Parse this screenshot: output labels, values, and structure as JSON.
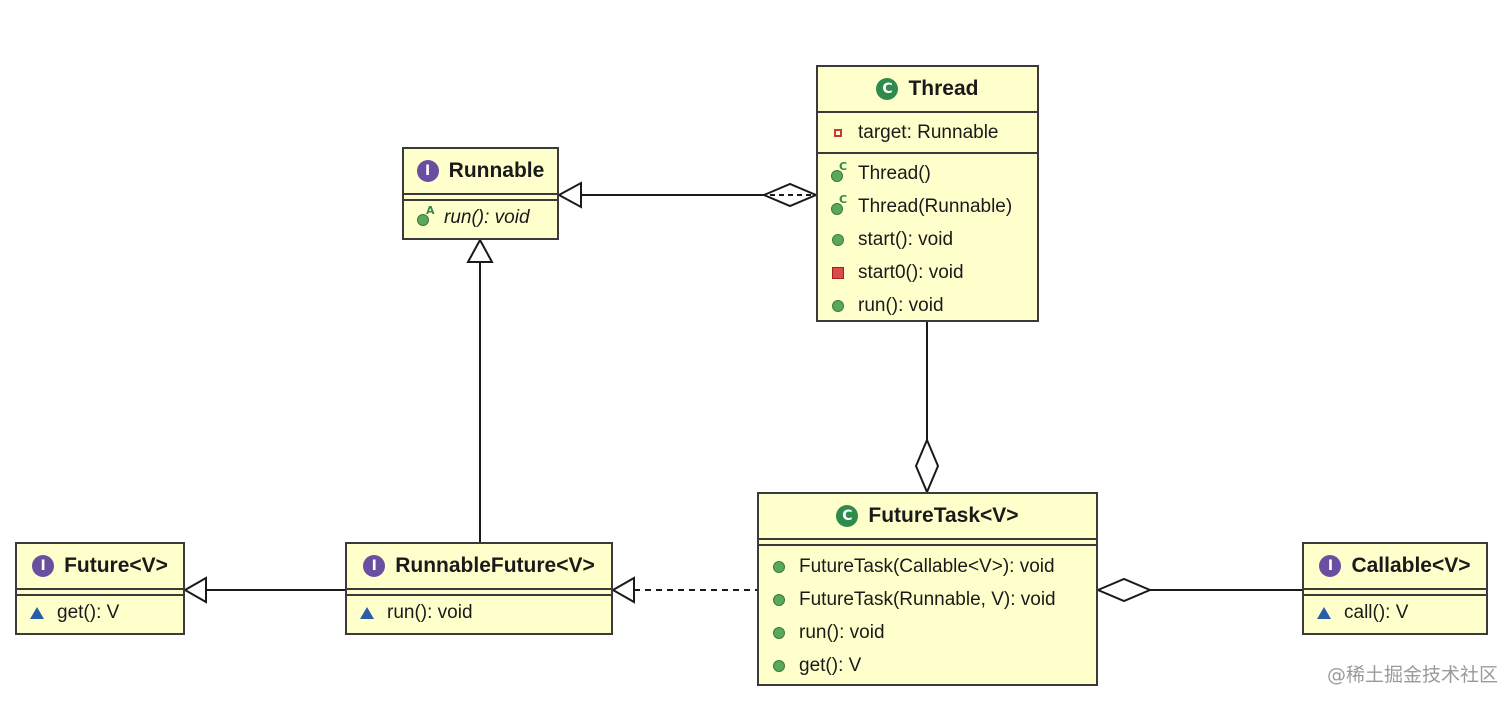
{
  "classes": {
    "thread": {
      "name": "Thread",
      "badge": "C",
      "fields": [
        "target: Runnable"
      ],
      "methods": [
        "Thread()",
        "Thread(Runnable)",
        "start(): void",
        "start0(): void",
        "run(): void"
      ]
    },
    "runnable": {
      "name": "Runnable",
      "badge": "I",
      "methods": [
        "run(): void"
      ]
    },
    "future": {
      "name": "Future<V>",
      "badge": "I",
      "methods": [
        "get(): V"
      ]
    },
    "runnable_future": {
      "name": "RunnableFuture<V>",
      "badge": "I",
      "methods": [
        "run(): void"
      ]
    },
    "future_task": {
      "name": "FutureTask<V>",
      "badge": "C",
      "methods": [
        "FutureTask(Callable<V>): void",
        "FutureTask(Runnable, V): void",
        "run(): void",
        "get(): V"
      ]
    },
    "callable": {
      "name": "Callable<V>",
      "badge": "I",
      "methods": [
        "call(): V"
      ]
    }
  },
  "watermark": "@稀土掘金技术社区"
}
